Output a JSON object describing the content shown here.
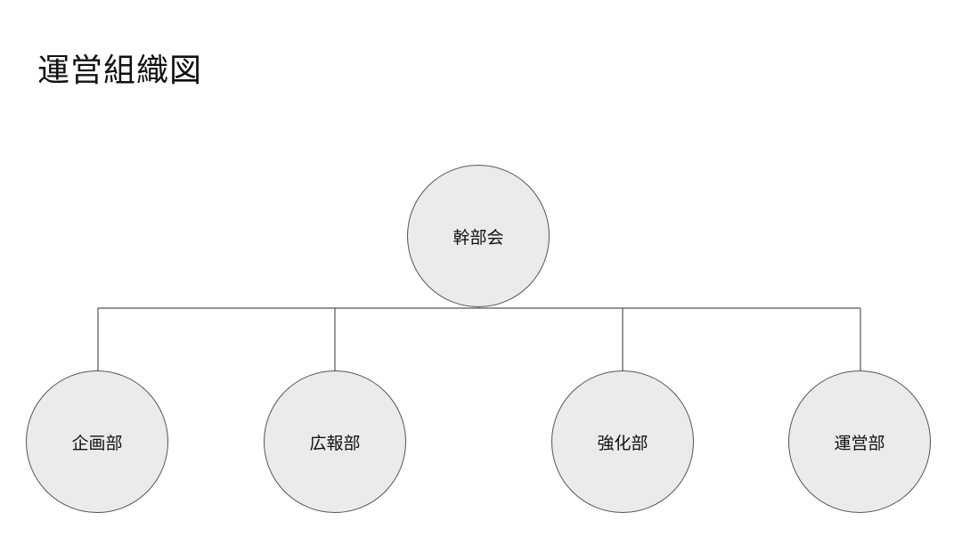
{
  "title": "運営組織図",
  "colors": {
    "background": "#ffffff",
    "node_fill": "#ebebeb",
    "node_border": "#555555",
    "connector": "#555555",
    "text": "#111111"
  },
  "org": {
    "root": {
      "label": "幹部会"
    },
    "children": [
      {
        "label": "企画部"
      },
      {
        "label": "広報部"
      },
      {
        "label": "強化部"
      },
      {
        "label": "運営部"
      }
    ]
  }
}
